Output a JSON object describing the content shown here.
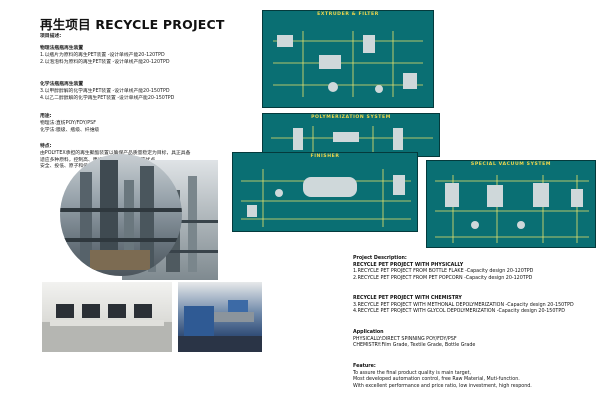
{
  "title": "再生项目 RECYCLE PROJECT",
  "cn": {
    "desc_heading": "项目描述:",
    "physical_heading": "物理法瓶瓶再生装置",
    "physical_1": "1.以瓶片为原料的再生PET装置 -设计单线产能20-120TPD",
    "physical_2": "2.以泡泡料为原料的再生PET装置 -设计单线产能20-120TPD",
    "chemical_heading": "化学法瓶瓶再生装置",
    "chemical_1": "3.以甲醇醇解的化学再生PET装置 -设计单线产能20-150TPD",
    "chemical_2": "4.以乙二醇醇解的化学再生PET装置 -设计单线产能20-150TPD",
    "app_heading": "用途:",
    "app_1": "物理法:直纺POY/FDY/PSF",
    "app_2": "化学法:膜级、瓶级、纤维级",
    "feature_heading": "特点:",
    "feature_1": "由POLYTEX承担的再生聚酯装置以确保产品质量稳定为目标，具正具备",
    "feature_2": "适应多种原料，控制高、更优性、原料适应性强等优点。",
    "feature_3": "安全、投低、原子和低的POLYTEX再生聚酯装置。"
  },
  "screens": {
    "extruder": "EXTRUDER & FILTER",
    "polymerization": "POLYMERIZATION SYSTEM",
    "finisher": "FINISHER",
    "vacuum": "SPECIAL VACUUM SYSTEM"
  },
  "en": {
    "desc_heading": "Project Description:",
    "physical_heading": "RECYCLE PET PROJECT WITH PHYSICALLY",
    "physical_1": "1.RECYCLE PET PROJECT FROM BOTTLE FLAKE -Capacity design 20-120TPD",
    "physical_2": "2.RECYCLE PET PROJECT FROM PET POPCORN -Capacity design 20-120TPD",
    "chemistry_heading": "RECYCLE PET PROJECT WITH CHEMISTRY",
    "chemistry_1": "3.RECYCLE PET PROJECT WITH METHONAL DEPOLYMERIZATION -Capacity design 20-150TPD",
    "chemistry_2": "4.RECYCLE PET PROJECT WITH GLYCOL DEPOLYMERIZATION -Capacity design 20-150TPD",
    "app_heading": "Application",
    "app_1": "PHYSICALLY:DIRECT SPINNING POY/FDY/PSF",
    "app_2": "CHEMISTRY:Film Grade,  Textile Grade,  Bottle Grade",
    "feature_heading": "Feature:",
    "feature_1": "To assure the final product quality is main target,",
    "feature_2": "Most developed automation control, free Raw Material, Muti-function.",
    "feature_3": "With excellent performance and price ratio, low investment, high respond."
  },
  "colors": {
    "screen_bg": "#0a6f73",
    "screen_title": "#f0d64a",
    "pipe": "#e9e36a",
    "vessel": "#cfd8da"
  }
}
